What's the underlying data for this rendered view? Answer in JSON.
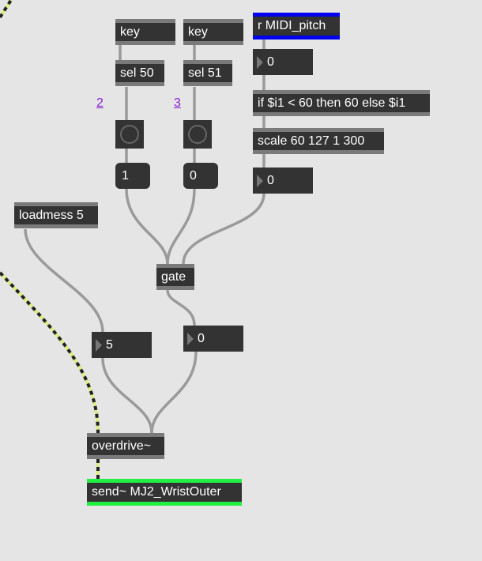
{
  "objects": {
    "key1": "key",
    "key2": "key",
    "receive": "r MIDI_pitch",
    "sel50": "sel 50",
    "sel51": "sel 51",
    "if_expr": "if $i1 < 60 then 60 else $i1",
    "scale": "scale 60 127 1 300",
    "loadmess": "loadmess 5",
    "gate": "gate",
    "overdrive": "overdrive~",
    "send": "send~ MJ2_WristOuter"
  },
  "comments": {
    "c2": "2",
    "c3": "3"
  },
  "messages": {
    "m1": "1",
    "m0": "0"
  },
  "numbers": {
    "pitch_in": "0",
    "scaled": "0",
    "gate_out": "0",
    "loadmess_val": "5"
  },
  "colors": {
    "receive_accent": "#0000ee",
    "send_accent": "#22ee44",
    "signal_cord": "#d8ee80"
  }
}
